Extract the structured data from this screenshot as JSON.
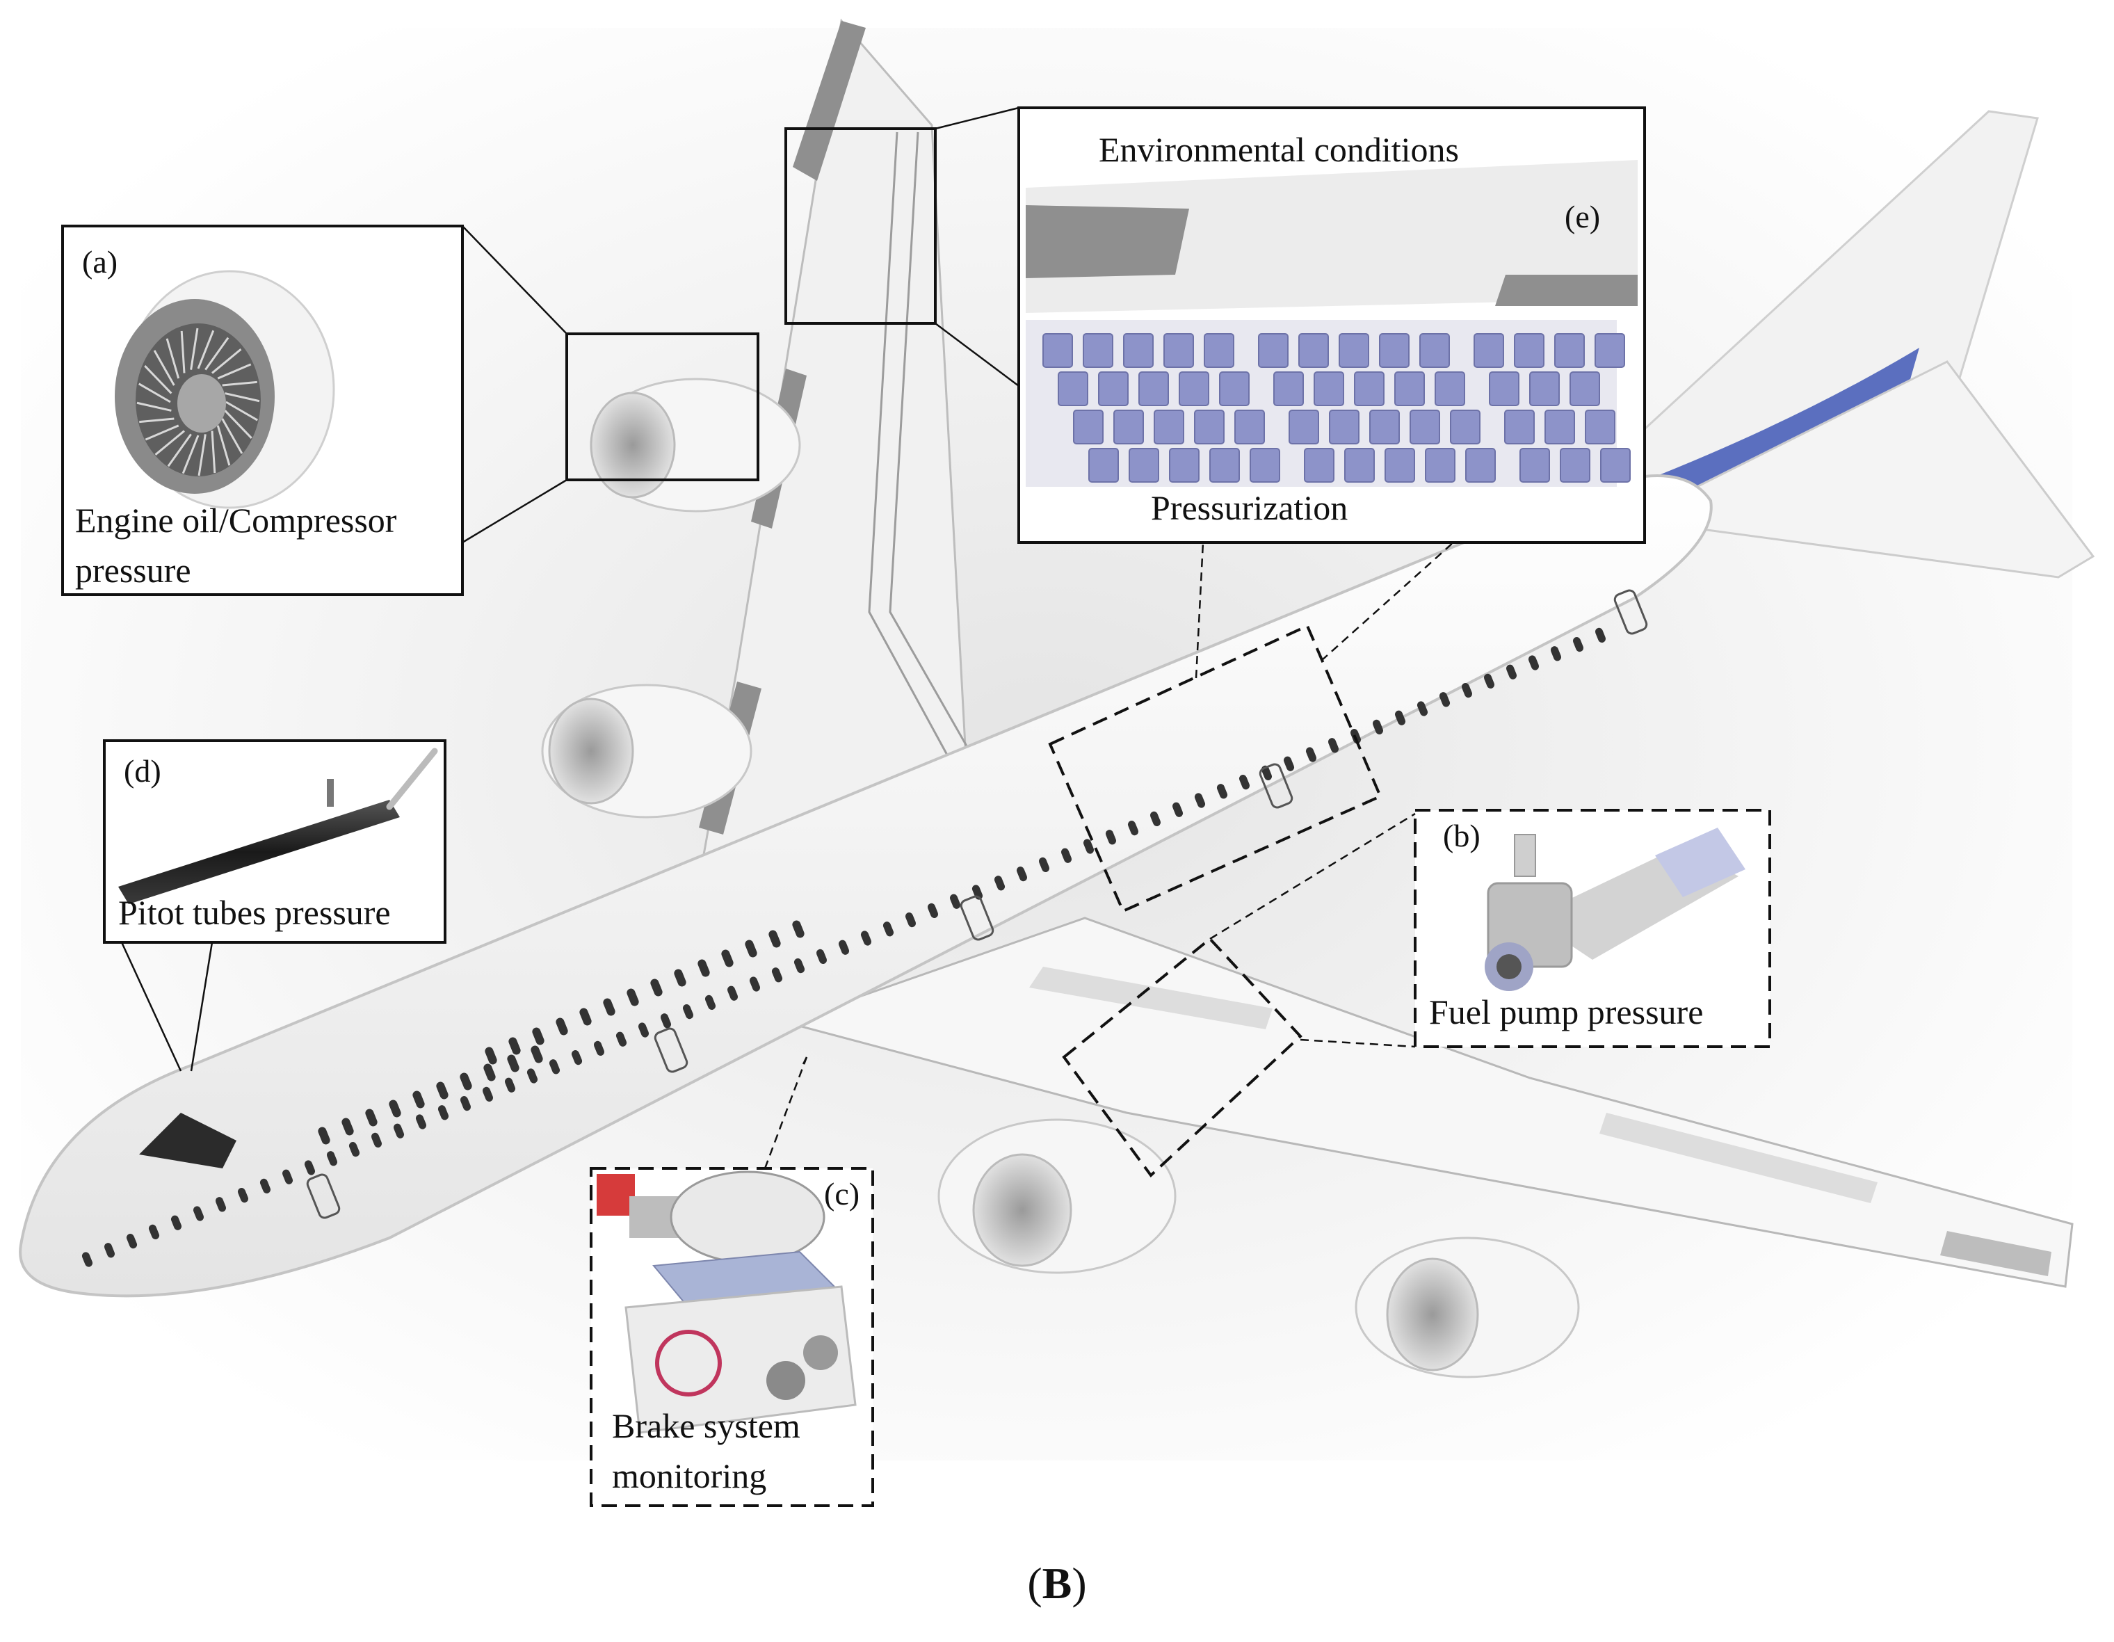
{
  "figure": {
    "caption_letter": "B",
    "caption_open": "(",
    "caption_close": ")"
  },
  "panels": {
    "a": {
      "letter": "(a)",
      "label_line1": "Engine oil/Compressor",
      "label_line2": "pressure"
    },
    "b": {
      "letter": "(b)",
      "label": "Fuel pump pressure"
    },
    "c": {
      "letter": "(c)",
      "label_line1": "Brake system",
      "label_line2": "monitoring"
    },
    "d": {
      "letter": "(d)",
      "label": "Pitot tubes pressure"
    },
    "e": {
      "letter": "(e)",
      "title": "Environmental conditions",
      "label": "Pressurization"
    }
  },
  "colors": {
    "fuselage": "#f4f4f4",
    "shadow": "#d9d9d9",
    "tail_stripe": "#5b6fbf",
    "seat": "#8d93c9",
    "window": "#333333",
    "pitot": "#2a2a2a",
    "brake_connector": "#d63b3b"
  }
}
